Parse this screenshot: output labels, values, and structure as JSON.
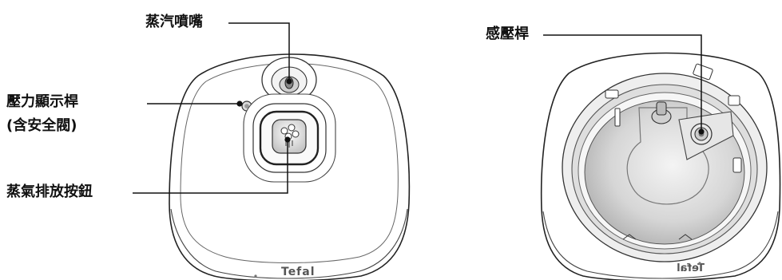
{
  "labels": {
    "steam_nozzle": "蒸汽噴嘴",
    "pressure_indicator_line1": "壓力顯示桿",
    "pressure_indicator_line2": "(含安全閥)",
    "steam_release_button": "蒸氣排放按鈕",
    "pressure_sensor": "感壓桿"
  },
  "brand": {
    "front_logo": "Tefal",
    "back_logo": "Tefal"
  }
}
